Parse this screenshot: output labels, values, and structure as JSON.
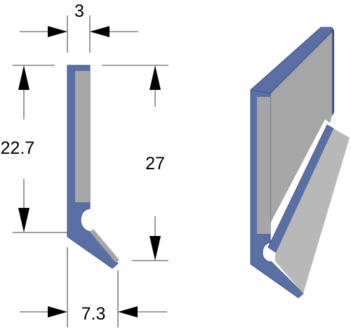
{
  "dimensions": {
    "thickness": "3",
    "inner_height": "22.7",
    "total_height": "27",
    "bottom_width": "7.3"
  },
  "colors": {
    "profile_blue": "#5a6fa3",
    "profile_blue_dark": "#3e5289",
    "face_gray": "#a6a6a6",
    "face_gray_light": "#b8b8b8",
    "dimension_line": "#000000"
  }
}
